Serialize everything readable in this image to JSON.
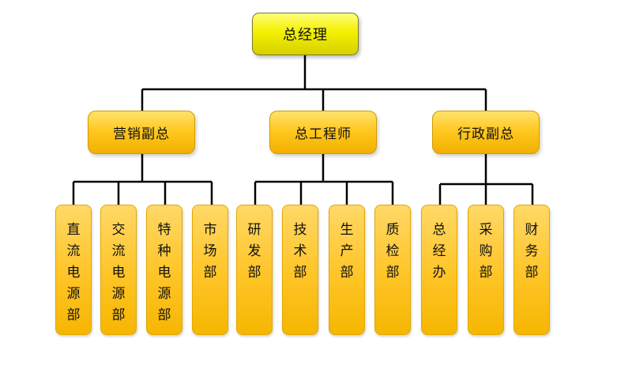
{
  "org": {
    "root": "总经理",
    "divisions": [
      {
        "name": "营销副总",
        "departments": [
          "直流电源部",
          "交流电源部",
          "特种电源部",
          "市场部"
        ]
      },
      {
        "name": "总工程师",
        "departments": [
          "研发部",
          "技术部",
          "生产部",
          "质检部"
        ]
      },
      {
        "name": "行政副总",
        "departments": [
          "总经办",
          "采购部",
          "财务部"
        ]
      }
    ]
  },
  "colors": {
    "root_fill": "#f3f000",
    "division_fill": "#ffc61c",
    "department_fill": "#ffc62c",
    "connector": "#000000"
  }
}
